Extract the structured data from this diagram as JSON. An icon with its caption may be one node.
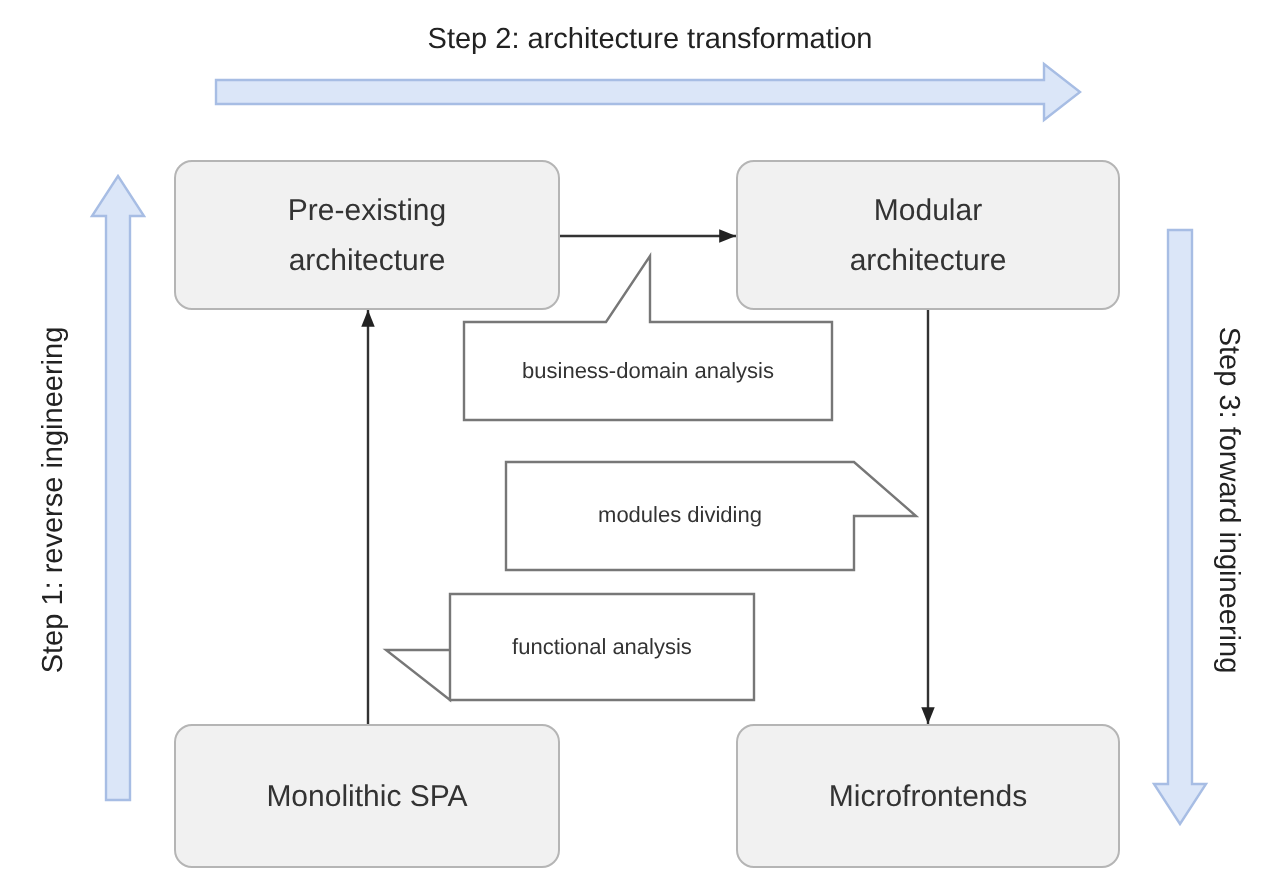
{
  "diagram": {
    "nodes": [
      {
        "text": [
          "Pre-existing architecture"
        ]
      },
      {
        "text": [
          "Modular architecture"
        ]
      },
      {
        "text": [
          "Monolithic SPA"
        ]
      },
      {
        "text": [
          "Microfrontends"
        ]
      },
      {
        "text": [
          "business-domain analysis"
        ]
      },
      {
        "text": [
          "modules dividing"
        ]
      },
      {
        "text": [
          "functional analysis"
        ]
      }
    ],
    "edges": [
      {
        "from": 2,
        "to": 0,
        "arrow": "to"
      },
      {
        "from": 0,
        "to": 1,
        "arrow": "to"
      },
      {
        "from": 1,
        "to": 3,
        "arrow": "to"
      }
    ],
    "labels": [
      "Step 2: architecture transformation",
      "Step 1: reverse ingineering",
      "Step 3: forward ingineering"
    ]
  }
}
